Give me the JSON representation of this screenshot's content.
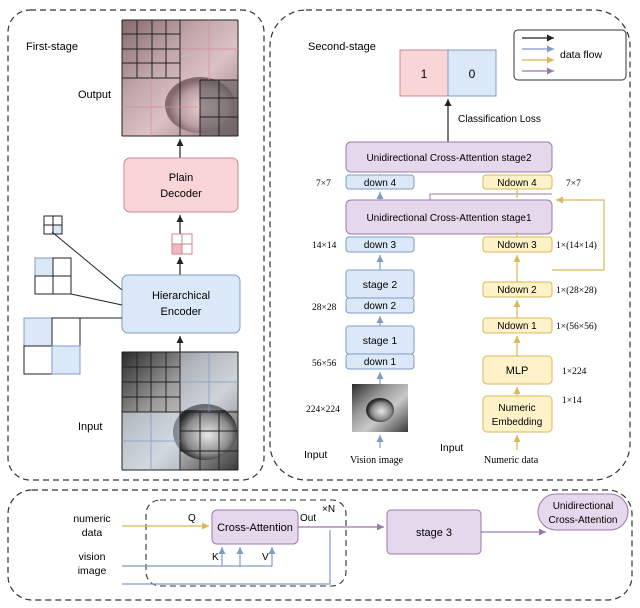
{
  "first_stage": {
    "title": "First-stage",
    "output_label": "Output",
    "input_label": "Input",
    "decoder_line1": "Plain",
    "decoder_line2": "Decoder",
    "encoder_line1": "Hierarchical",
    "encoder_line2": "Encoder"
  },
  "second_stage": {
    "title": "Second-stage",
    "legend_label": "data flow",
    "out_1": "1",
    "out_0": "0",
    "classification_loss": "Classification Loss",
    "uca_stage2": "Unidirectional Cross-Attention stage2",
    "uca_stage1": "Unidirectional Cross-Attention stage1",
    "vision": {
      "down4": "down 4",
      "down3": "down 3",
      "stage2": "stage 2",
      "down2": "down 2",
      "stage1": "stage 1",
      "down1": "down 1",
      "vision_image_label": "Vision image"
    },
    "numeric": {
      "ndown4": "Ndown 4",
      "ndown3": "Ndown 3",
      "ndown2": "Ndown 2",
      "ndown1": "Ndown 1",
      "mlp": "MLP",
      "embedding_line1": "Numeric",
      "embedding_line2": "Embedding",
      "numeric_data_label": "Numeric data"
    },
    "sizes_left": {
      "s7": "7×7",
      "s14": "14×14",
      "s28": "28×28",
      "s56": "56×56",
      "s224": "224×224"
    },
    "sizes_right": {
      "s7": "7×7",
      "s14": "1×(14×14)",
      "s28": "1×(28×28)",
      "s56": "1×(56×56)",
      "s224": "1×224",
      "s14b": "1×14"
    },
    "input_left": "Input",
    "input_right": "Input"
  },
  "bottom": {
    "numeric_line1": "numeric",
    "numeric_line2": "data",
    "vision_line1": "vision",
    "vision_line2": "image",
    "q": "Q",
    "k": "K",
    "v": "V",
    "cross_attention": "Cross-Attention",
    "out": "Out",
    "xn": "×N",
    "stage3": "stage 3",
    "uca_line1": "Unidirectional",
    "uca_line2": "Cross-Attention"
  },
  "colors": {
    "pink": "#f9d5d8",
    "pink_stroke": "#c98a90",
    "blue": "#dbe8f8",
    "blue_stroke": "#7f9cc4",
    "yellow": "#fdf2c8",
    "yellow_stroke": "#d7b85a",
    "purple": "#e6d8ec",
    "purple_stroke": "#9a7aa8",
    "arrow_blue": "#7f9cc4",
    "arrow_yellow": "#d7b85a",
    "arrow_purple": "#9a7aa8"
  }
}
